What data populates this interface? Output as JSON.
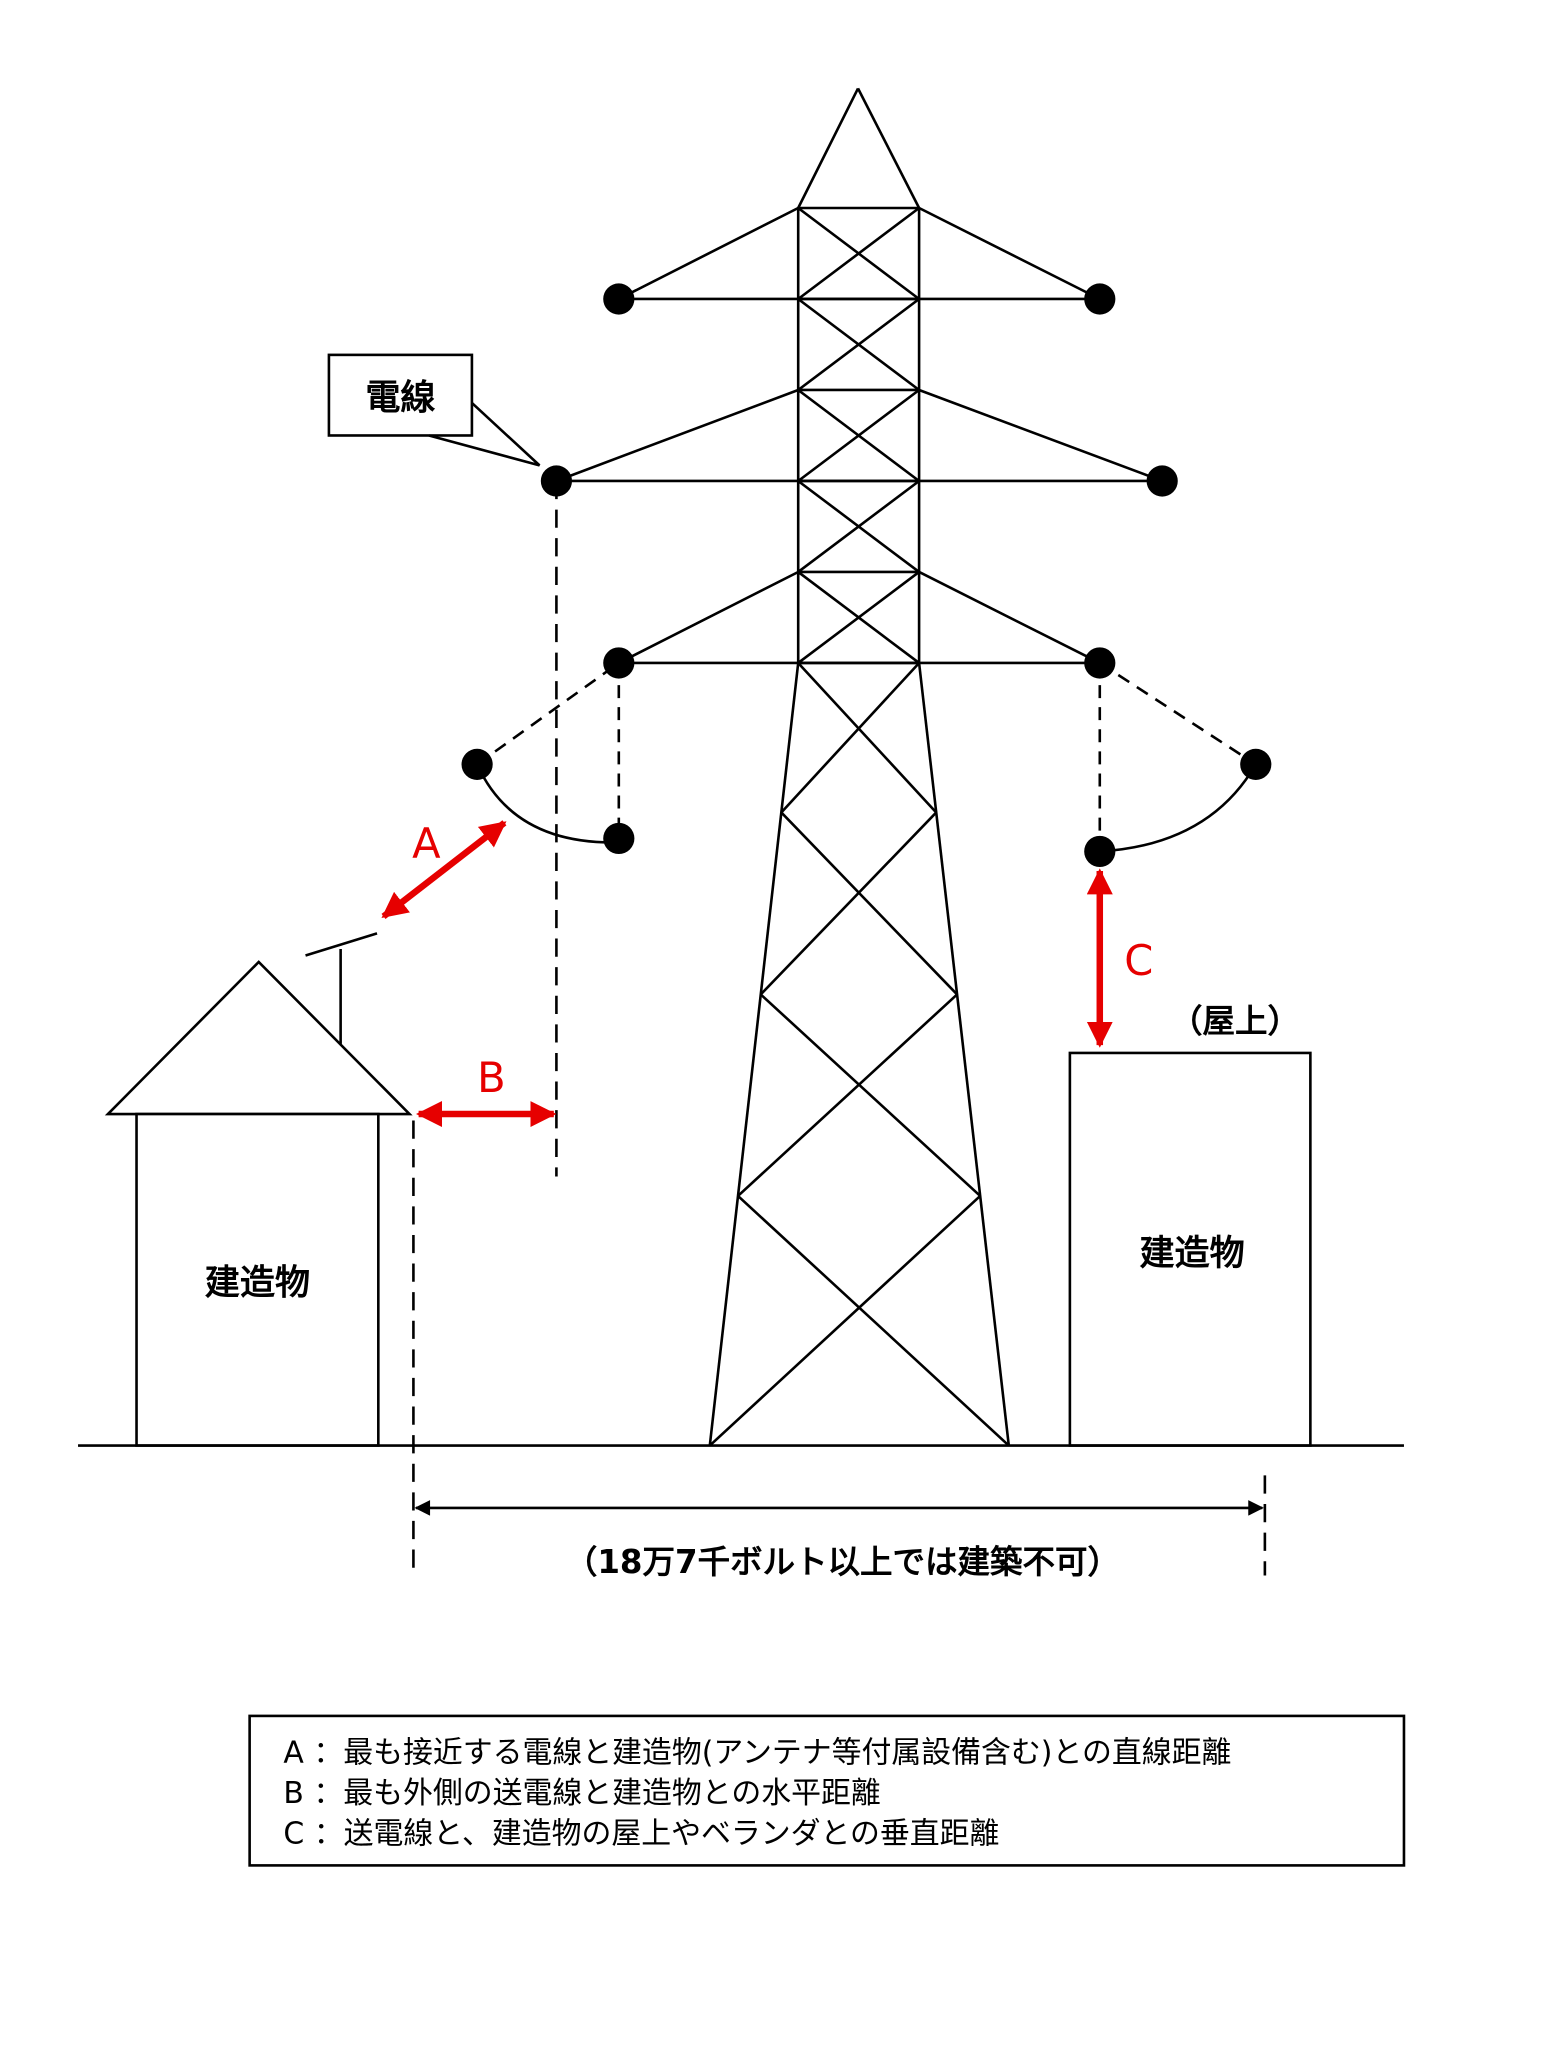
{
  "labels": {
    "wire": "電線",
    "building_left": "建造物",
    "building_right": "建造物",
    "rooftop": "（屋上）",
    "dim_a": "A",
    "dim_b": "B",
    "dim_c": "C",
    "no_build": "（18万7千ボルト以上では建築不可）"
  },
  "legend": [
    "A ：最も接近する電線と建造物(アンテナ等付属設備含む)との直線距離",
    "B ：最も外側の送電線と建造物との水平距離",
    "C ：送電線と、建造物の屋上やベランダとの垂直距離"
  ],
  "colors": {
    "line": "#000000",
    "accent": "#e60000"
  }
}
